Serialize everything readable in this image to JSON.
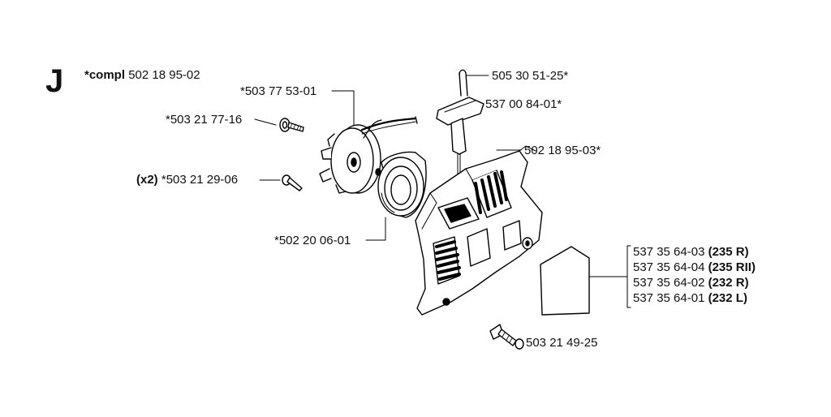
{
  "section": "J",
  "assembly": {
    "prefix": "*compl",
    "number": "502 18 95-02"
  },
  "labels": {
    "flex_spring": "*503 77 53-01",
    "screw_center": "*503 21 77-16",
    "qty_x2": "(x2)",
    "screw_pawls": "*503 21 29-06",
    "pulley": "*502 20 06-01",
    "rope": "505 30 51-25*",
    "handle": "537 00 84-01*",
    "cover": "502 18 95-03*",
    "bolt": "503 21 49-25"
  },
  "decals": [
    {
      "number": "537 35 64-03",
      "model": "(235 R)"
    },
    {
      "number": "537 35 64-04",
      "model": "(235 RII)"
    },
    {
      "number": "537 35 64-02",
      "model": "(232 R)"
    },
    {
      "number": "537 35 64-01",
      "model": "(232 L)"
    }
  ]
}
